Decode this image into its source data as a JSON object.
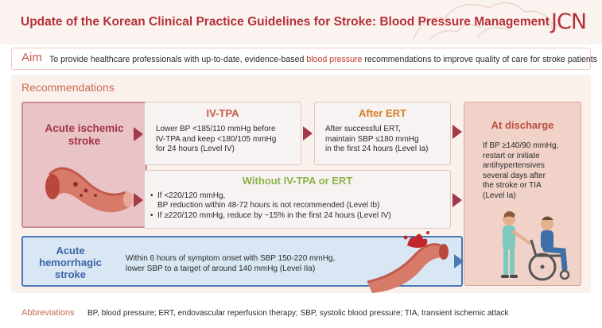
{
  "header": {
    "title": "Update of the Korean Clinical Practice Guidelines for Stroke: Blood Pressure Management",
    "logo": "JCN"
  },
  "aim": {
    "label": "Aim",
    "text_before": "To provide healthcare professionals with up-to-date, evidence-based ",
    "text_highlight": "blood pressure",
    "text_after": " recommendations to improve quality of care for stroke patients"
  },
  "recommendations": {
    "label": "Recommendations",
    "ischemic": {
      "title_line1": "Acute ischemic",
      "title_line2": "stroke"
    },
    "iv_tpa": {
      "title": "IV-TPA",
      "line1": "Lower BP <185/110 mmHg before",
      "line2": "IV-TPA and keep <180/105 mmHg",
      "line3": "for 24 hours (Level IV)"
    },
    "after_ert": {
      "title": "After ERT",
      "line1": "After successful ERT,",
      "line2": "maintain SBP ≤180 mmHg",
      "line3": "in the first 24 hours (Level Ia)"
    },
    "without": {
      "title": "Without IV-TPA or ERT",
      "item1_line1": "If <220/120 mmHg,",
      "item1_line2": "BP reduction within 48-72 hours is not recommended (Level Ib)",
      "item2": "If ≥220/120 mmHg, reduce by ~15% in the first 24 hours (Level IV)"
    },
    "discharge": {
      "title": "At discharge",
      "line1": "If BP ≥140/90 mmHg,",
      "line2": "restart or initiate",
      "line3": "antihypertensives",
      "line4": "several days after",
      "line5": "the stroke or TIA",
      "line6": "(Level Ia)"
    },
    "hemorrhagic": {
      "title_line1": "Acute",
      "title_line2": "hemorrhagic",
      "title_line3": "stroke",
      "line1": "Within 6 hours of symptom onset with SBP 150-220 mmHg,",
      "line2": "lower SBP to a target of around 140 mmHg (Level IIa)"
    }
  },
  "abbreviations": {
    "label": "Abbreviations",
    "text": "BP, blood pressure; ERT, endovascular reperfusion therapy; SBP, systolic blood pressure; TIA, transient ischemic attack"
  },
  "colors": {
    "title_red": "#b3313a",
    "aim_accent": "#c85a4e",
    "ivtpa_title": "#c7584a",
    "ert_title": "#d87d28",
    "without_title": "#8cb44a",
    "hemorrhagic_blue": "#4c78b4",
    "ischemic_bg": "#e9c3c6"
  },
  "icons": [
    "blood-vessel-icon",
    "ruptured-vessel-icon",
    "wheelchair-icon",
    "brain-watermark-icon"
  ]
}
